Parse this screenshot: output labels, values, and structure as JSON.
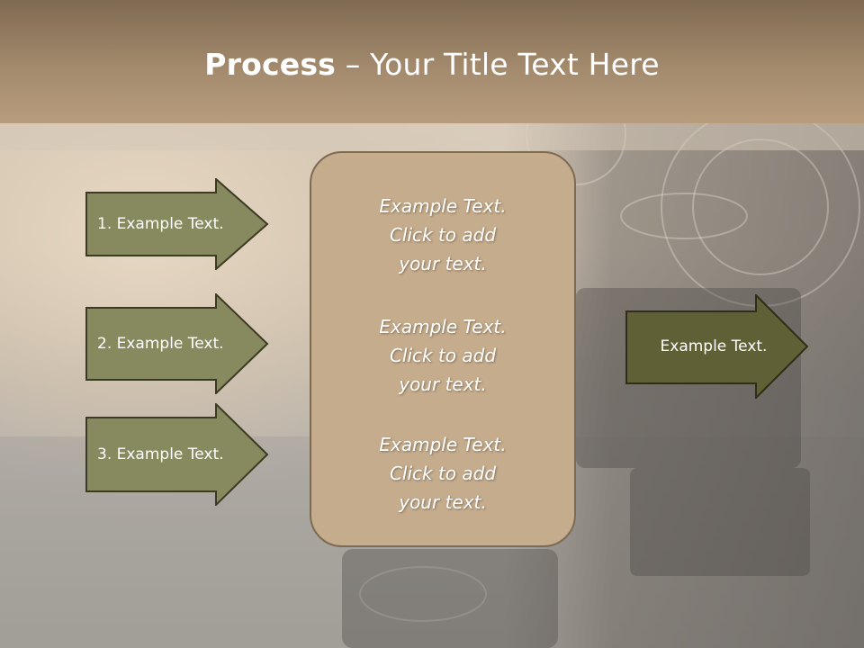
{
  "title": {
    "bold": "Process",
    "rest": " – Your Title Text Here"
  },
  "steps": [
    {
      "label": "1. Example Text."
    },
    {
      "label": "2. Example Text."
    },
    {
      "label": "3. Example Text."
    }
  ],
  "center": {
    "blocks": [
      [
        "Example Text.",
        "Click  to add",
        "your text."
      ],
      [
        "Example Text.",
        "Click  to add",
        "your text."
      ],
      [
        "Example Text.",
        "Click  to add",
        "your text."
      ]
    ]
  },
  "result": {
    "label": "Example Text."
  },
  "colors": {
    "title_band": "#a38a6d",
    "step_arrow_fill": "#878a5e",
    "result_arrow_fill": "#5f6036",
    "center_box_fill": "#c5ac8c",
    "outline": "#3c3a22"
  }
}
